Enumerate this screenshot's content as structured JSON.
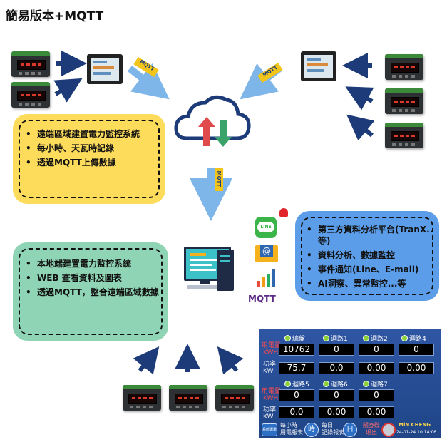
{
  "title": "簡易版本+MQTT",
  "mqtt_labels": {
    "left": "MQTT",
    "right": "MQTT",
    "center": "MQTT"
  },
  "remote_box": {
    "items": [
      "遠端區域建置電力監控系統",
      "每小時、天瓦時記錄",
      "透過MQTT上傳數據"
    ]
  },
  "local_box": {
    "items": [
      "本地端建置電力監控系統",
      "WEB 查看資料及圖表",
      "透過MQTT，整合遠端區域數據"
    ]
  },
  "third_box": {
    "items": [
      "第三方資料分析平台(TranX..等)",
      "資料分析、數據監控",
      "事件通知(Line、E-mail)",
      "AI洞察、異常監控...等"
    ]
  },
  "service_icons": {
    "line": "LINE",
    "email": "@",
    "mqtt_logo": "MQTT"
  },
  "panel": {
    "row1_channels": [
      "總盤",
      "迴路1",
      "迴路2",
      "迴路4"
    ],
    "row2_channels": [
      "迴路5",
      "迴路6",
      "迴路7"
    ],
    "kwh_label_1": "用電量",
    "kwh_label_2": "KWH",
    "kw_label_1": "功率",
    "kw_label_2": "KW",
    "row1_kwh": [
      "10762",
      "0",
      "0",
      "0"
    ],
    "row1_kw": [
      "75.7",
      "0.0",
      "0.00",
      "0.00"
    ],
    "row2_kwh": [
      "0",
      "0",
      "0"
    ],
    "row2_kw": [
      "0.0",
      "0.00",
      "0.00"
    ],
    "bottom": {
      "menu": "系統選單",
      "hourly_1": "每小時",
      "hourly_2": "用電報表",
      "hourly_btn": "時",
      "daily_1": "每日",
      "daily_2": "記錄報表",
      "daily_btn": "日",
      "quit_1": "隨身碟",
      "quit_2": "退出",
      "brand": "MiN CHENG",
      "datetime": "24-01-24 10:14:06"
    }
  }
}
